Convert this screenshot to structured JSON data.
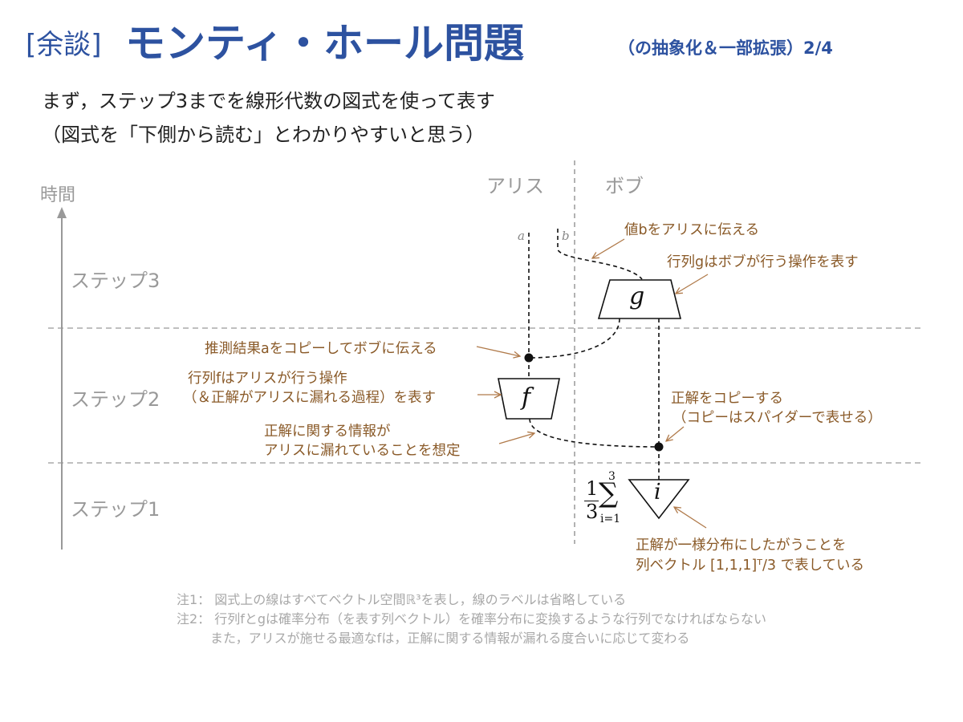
{
  "title": {
    "bracket": "[余談]",
    "main": "モンティ・ホール問題",
    "sub": "（の抽象化＆一部拡張）2/4"
  },
  "intro": {
    "line1": "まず，ステップ3までを線形代数の図式を使って表す",
    "line2": "（図式を「下側から読む」とわかりやすいと思う）"
  },
  "lanes": {
    "alice": "アリス",
    "bob": "ボブ"
  },
  "axis": {
    "time": "時間"
  },
  "steps": {
    "step3": "ステップ3",
    "step2": "ステップ2",
    "step1": "ステップ1"
  },
  "wire_labels": {
    "a": "a",
    "b": "b"
  },
  "boxes": {
    "g": "g",
    "f": "f",
    "i": "i"
  },
  "sum": {
    "frac_num": "1",
    "frac_den": "3",
    "upper": "3",
    "lower": "i=1",
    "sigma": "∑"
  },
  "annotations": {
    "pass_b": "値bをアリスに伝える",
    "matrix_g": "行列gはボブが行う操作を表す",
    "guess_copy": "推測結果aをコピーしてボブに伝える",
    "matrix_f_1": "行列fはアリスが行う操作",
    "matrix_f_2": "（＆正解がアリスに漏れる過程）を表す",
    "copy_answer_1": "正解をコピーする",
    "copy_answer_2": "（コピーはスパイダーで表せる）",
    "leak_1": "正解に関する情報が",
    "leak_2": "アリスに漏れていることを想定",
    "uniform_1": "正解が一様分布にしたがうことを",
    "uniform_2": "列ベクトル [1,1,1]ᵀ/3 で表している"
  },
  "notes": {
    "note1": "注1： 図式上の線はすべてベクトル空間ℝ³を表し，線のラベルは省略している",
    "note2": "注2： 行列fとgは確率分布（を表す列ベクトル）を確率分布に変換するような行列でなければならない",
    "note3": "また，アリスが施せる最適なfは，正解に関する情報が漏れる度合いに応じて変わる"
  },
  "colors": {
    "title": "#2d52a0",
    "annotation": "#8a5a28",
    "muted": "#999999",
    "note": "#a8a8a8"
  }
}
